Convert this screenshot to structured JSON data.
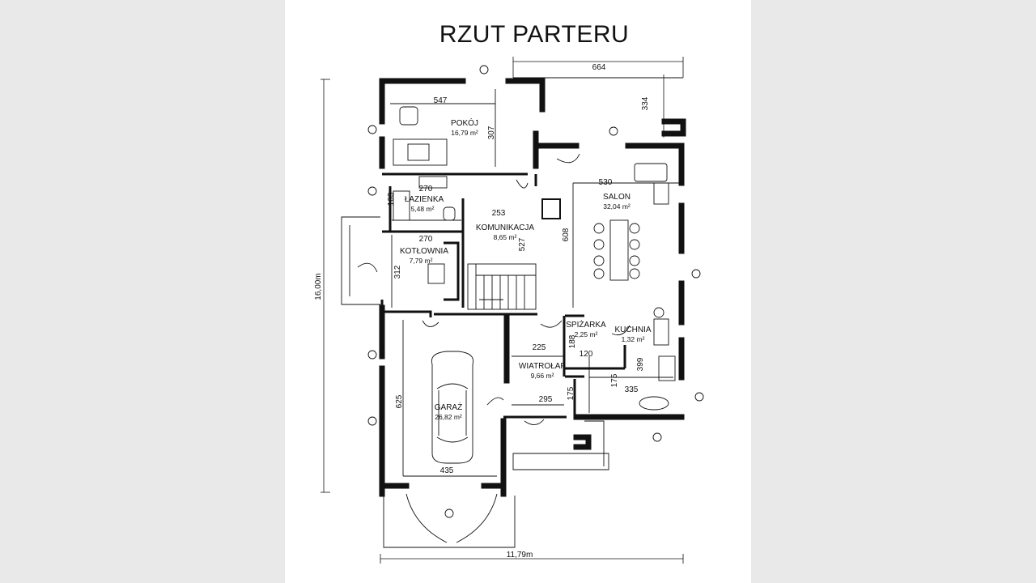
{
  "title": "RZUT PARTERU",
  "overall_dims": {
    "width": "11,79m",
    "height": "16,00m"
  },
  "rooms": [
    {
      "name": "POKÓJ",
      "area": "16,79 m²"
    },
    {
      "name": "ŁAZIENKA",
      "area": "5,48 m²"
    },
    {
      "name": "KOTŁOWNIA",
      "area": "7,79 m²"
    },
    {
      "name": "KOMUNIKACJA",
      "area": "8,65 m²"
    },
    {
      "name": "SALON",
      "area": "32,04 m²"
    },
    {
      "name": "SPIŻARKA",
      "area": "2,25 m²"
    },
    {
      "name": "KUCHNIA",
      "area": "1,32 m²"
    },
    {
      "name": "WIATROŁAP",
      "area": "9,66 m²"
    },
    {
      "name": "GARAŻ",
      "area": "26,82 m²"
    }
  ],
  "dimensions": [
    "664",
    "547",
    "307",
    "334",
    "530",
    "270",
    "103",
    "253",
    "270",
    "527",
    "608",
    "312",
    "225",
    "188",
    "120",
    "175",
    "399",
    "175",
    "335",
    "295",
    "625",
    "435"
  ]
}
